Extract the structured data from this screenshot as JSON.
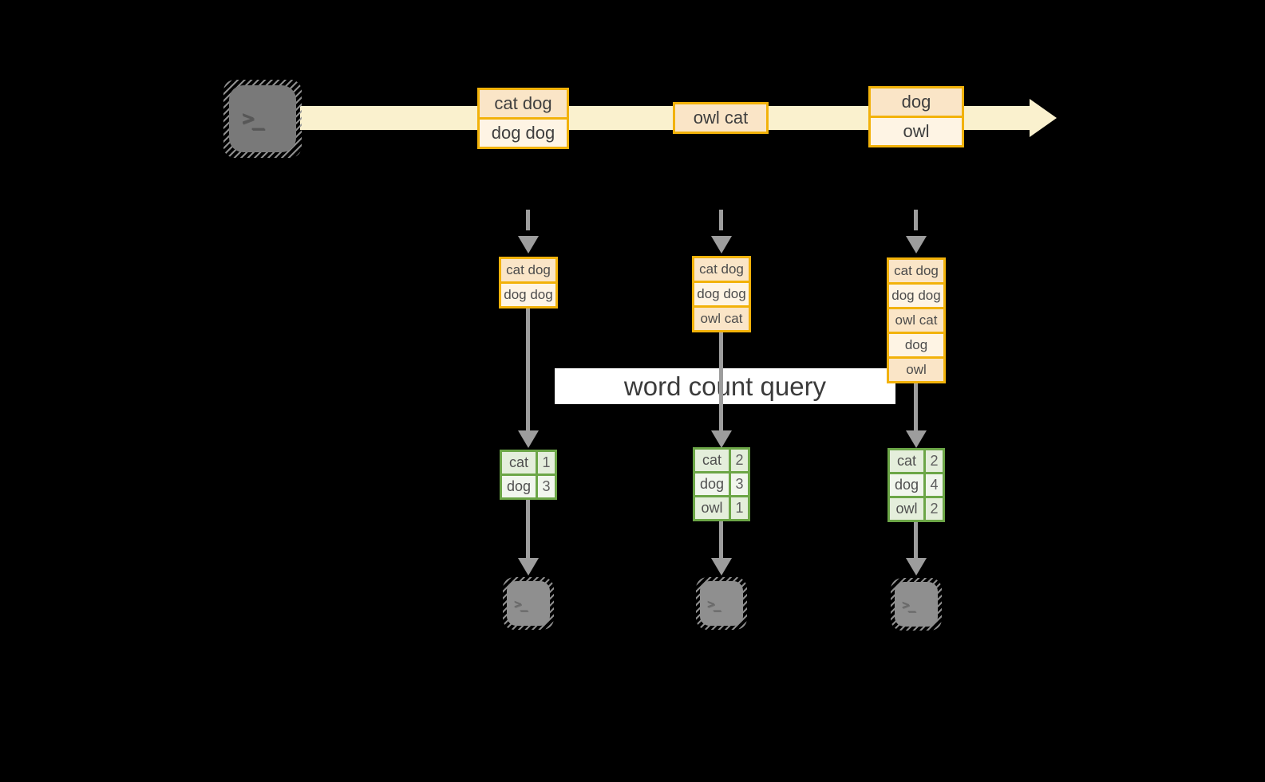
{
  "title_label": "word count query",
  "stream": {
    "batches": [
      {
        "cells": [
          "cat dog",
          "dog dog"
        ]
      },
      {
        "cells": [
          "owl cat"
        ]
      },
      {
        "cells": [
          "dog",
          "owl"
        ]
      }
    ]
  },
  "states": [
    {
      "cells": [
        "cat dog",
        "dog dog"
      ]
    },
    {
      "cells": [
        "cat dog",
        "dog dog",
        "owl cat"
      ]
    },
    {
      "cells": [
        "cat dog",
        "dog dog",
        "owl cat",
        "dog",
        "owl"
      ]
    }
  ],
  "tables": [
    {
      "rows": [
        {
          "word": "cat",
          "count": "1"
        },
        {
          "word": "dog",
          "count": "3"
        }
      ]
    },
    {
      "rows": [
        {
          "word": "cat",
          "count": "2"
        },
        {
          "word": "dog",
          "count": "3"
        },
        {
          "word": "owl",
          "count": "1"
        }
      ]
    },
    {
      "rows": [
        {
          "word": "cat",
          "count": "2"
        },
        {
          "word": "dog",
          "count": "4"
        },
        {
          "word": "owl",
          "count": "2"
        }
      ]
    }
  ],
  "icons": {
    "source": "terminal-icon",
    "sinks": [
      "terminal-icon",
      "terminal-icon",
      "terminal-icon"
    ],
    "prompt_glyph": ">_"
  },
  "colors": {
    "background": "#000000",
    "band": "#FAF1CE",
    "gold": "#F2B20A",
    "peach": "#FAE5C7",
    "cream": "#FEF4E4",
    "green": "#6CA647",
    "green_light": "#E4EEDB",
    "green_lighter": "#F1F6ED",
    "arrow_gray": "#9D9D9D",
    "icon_gray": "#797979",
    "icon_gray_light": "#8F8F8F",
    "text_dark": "#3F3F3F"
  }
}
